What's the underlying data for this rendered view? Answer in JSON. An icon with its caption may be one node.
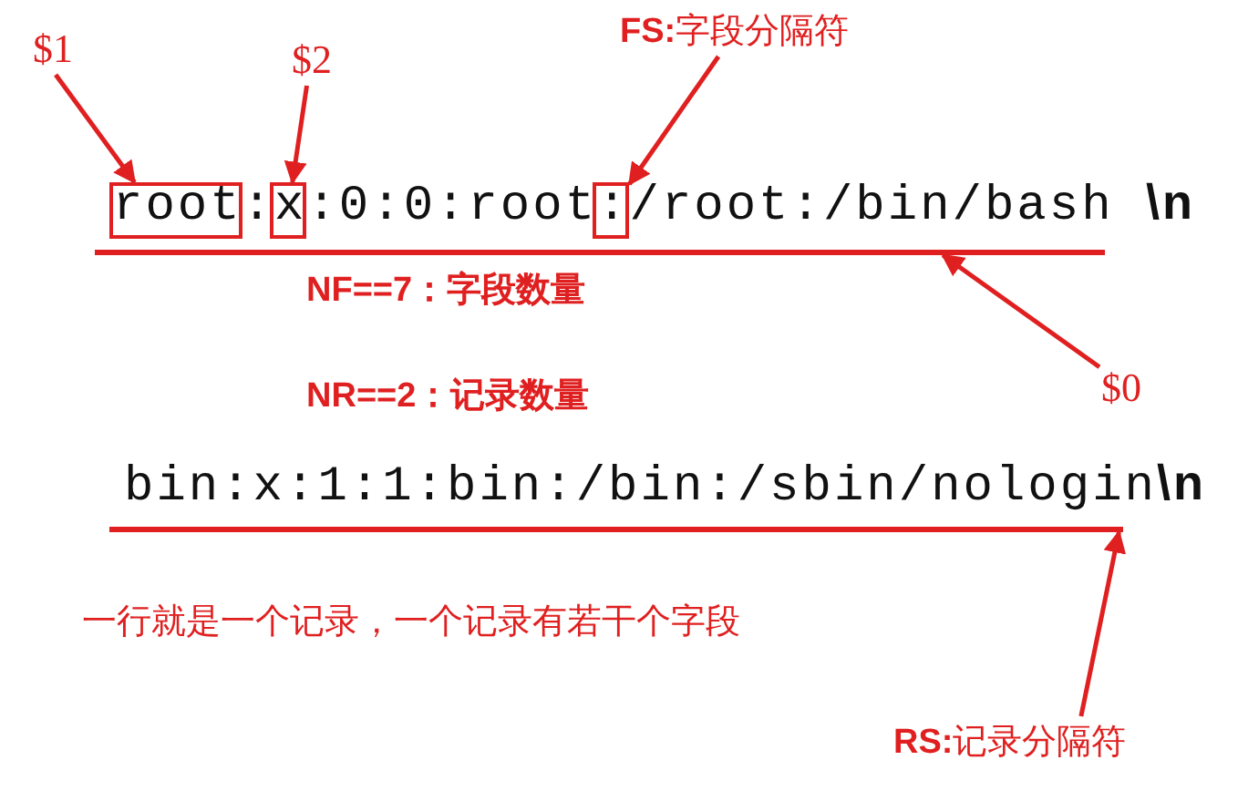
{
  "diagram": {
    "nodes": [
      {
        "text": [
          "$1"
        ]
      },
      {
        "text": [
          "$2"
        ]
      },
      {
        "text": [
          "**FS:**字段分隔符"
        ]
      },
      {
        "text": [],
        "shape": "box"
      },
      {
        "text": [],
        "shape": "box"
      },
      {
        "text": [],
        "shape": "box"
      },
      {
        "text": [],
        "shape": "bar"
      },
      {
        "text": [
          "$0"
        ]
      },
      {
        "text": [],
        "shape": "bar"
      },
      {
        "text": [
          "**RS:**记录分隔符"
        ]
      }
    ],
    "edges": [
      {
        "from": 0,
        "to": 3,
        "arrow": "to"
      },
      {
        "from": 1,
        "to": 4,
        "arrow": "to"
      },
      {
        "from": 2,
        "to": 5,
        "arrow": "to"
      },
      {
        "from": 7,
        "to": 6,
        "arrow": "to"
      },
      {
        "from": 9,
        "to": 8,
        "arrow": "to"
      }
    ],
    "labels": [
      "root:x:0:0:root:/root:/bin/bash **\\n**",
      "NF==7：字段数量",
      "NR==2：记录数量",
      "bin:x:1:1:bin:/bin:/sbin/nologin**\\n**",
      "一行就是一个记录，一个记录有若干个字段"
    ]
  }
}
